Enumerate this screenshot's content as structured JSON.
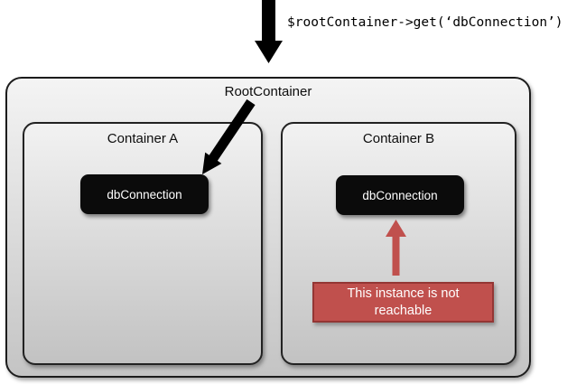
{
  "code": {
    "call_label": "$rootContainer->get(‘dbConnection’)"
  },
  "diagram": {
    "root_container": {
      "label": "RootContainer"
    },
    "container_a": {
      "label": "Container A",
      "instance_label": "dbConnection"
    },
    "container_b": {
      "label": "Container B",
      "instance_label": "dbConnection"
    },
    "warning": {
      "text": "This instance is not reachable"
    },
    "arrows": {
      "call_arrow": "down-arrow from code label into RootContainer",
      "get_arrow": "diagonal arrow from RootContainer label to dbConnection in Container A",
      "unreachable_arrow": "red up-arrow from warning box to dbConnection in Container B"
    }
  },
  "colors": {
    "warning_fill": "#c0504d",
    "warning_border": "#943634",
    "arrow_black": "#000000",
    "box_black": "#0b0b0b"
  }
}
